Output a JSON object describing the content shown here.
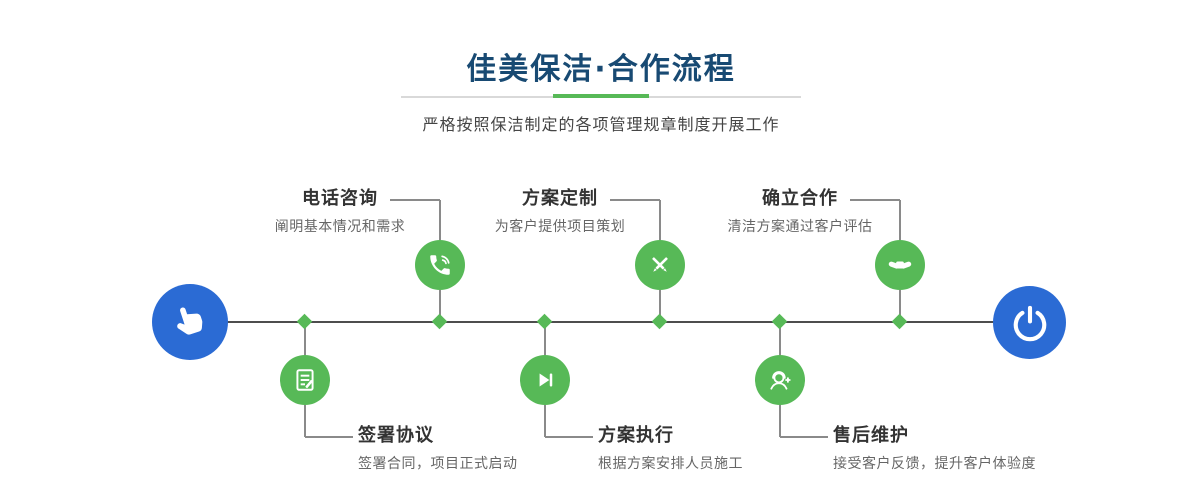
{
  "header": {
    "title": "佳美保洁·合作流程",
    "subtitle": "严格按照保洁制定的各项管理规章制度开展工作"
  },
  "timeline": {
    "start_icon": "pointing-hand-icon",
    "end_icon": "power-icon",
    "steps_top": [
      {
        "title": "电话咨询",
        "desc": "阐明基本情况和需求",
        "icon": "phone-icon"
      },
      {
        "title": "方案定制",
        "desc": "为客户提供项目策划",
        "icon": "pencil-tools-icon"
      },
      {
        "title": "确立合作",
        "desc": "清洁方案通过客户评估",
        "icon": "handshake-icon"
      }
    ],
    "steps_bottom": [
      {
        "title": "签署协议",
        "desc": "签署合同，项目正式启动",
        "icon": "contract-icon"
      },
      {
        "title": "方案执行",
        "desc": "根据方案安排人员施工",
        "icon": "play-next-icon"
      },
      {
        "title": "售后维护",
        "desc": "接受客户反馈，提升客户体验度",
        "icon": "customer-service-icon"
      }
    ]
  },
  "colors": {
    "accent_green": "#57b957",
    "accent_blue": "#2b6bd4",
    "title_navy": "#184a73",
    "line_dark": "#4d4d4d",
    "line_gray": "#8a8a8a"
  }
}
